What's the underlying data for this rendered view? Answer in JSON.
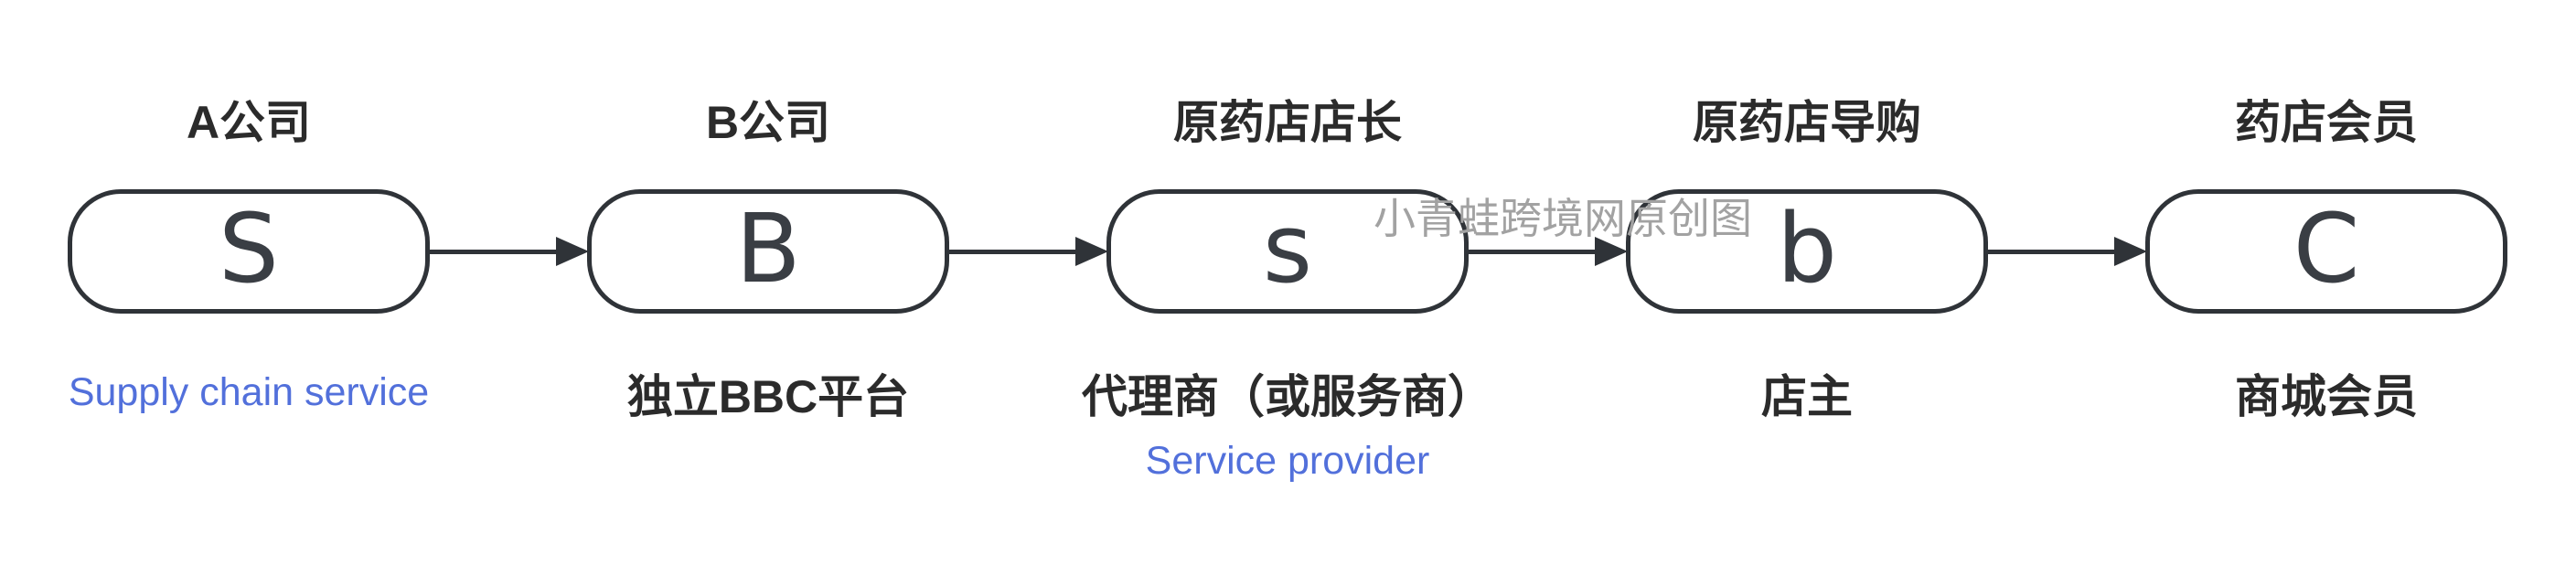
{
  "watermark": "小青蛙跨境网原创图",
  "colors": {
    "background": "#ffffff",
    "ink": "#2f3338",
    "text_dark": "#2b2b2b",
    "accent_blue": "#5270db",
    "watermark_gray": "#a2a2a2"
  },
  "nodes": [
    {
      "title": "A公司",
      "letter": "S",
      "sub_en": "Supply chain service"
    },
    {
      "title": "B公司",
      "letter": "B",
      "sub_cn": "独立BBC平台"
    },
    {
      "title": "原药店店长",
      "letter": "s",
      "sub_cn": "代理商（或服务商）",
      "sub_en": "Service provider"
    },
    {
      "title": "原药店导购",
      "letter": "b",
      "sub_cn": "店主"
    },
    {
      "title": "药店会员",
      "letter": "C",
      "sub_cn": "商城会员"
    }
  ]
}
